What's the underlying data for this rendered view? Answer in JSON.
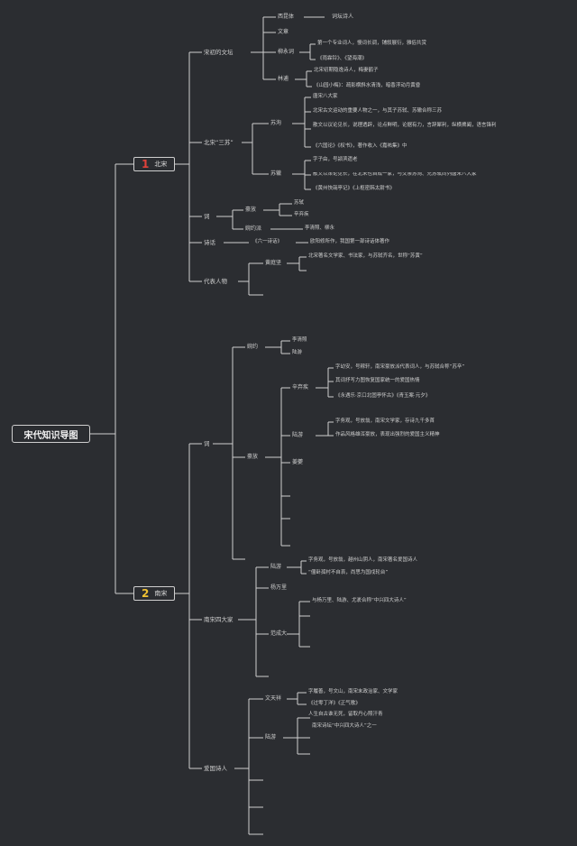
{
  "root": "宋代知识导图",
  "sections": [
    {
      "num": "1",
      "label": "北宋",
      "color": "#e0413a"
    },
    {
      "num": "2",
      "label": "南宋",
      "color": "#f1c232"
    }
  ],
  "n1": {
    "a": "宋初的文坛",
    "a1": "西昆体",
    "a1x": "词坛诗人",
    "a2": "文章",
    "a3": "柳永词",
    "a3x1": "第一个专业词人，慢词长调，铺叙展衍，雅俗共赏",
    "a3x2": "《雨霖铃》、《望海潮》",
    "a4": "林逋",
    "a4x1": "北宋初期隐逸诗人，梅妻鹤子",
    "a4x2": "《山园小梅》：疏影横斜水清浅，暗香浮动月黄昏",
    "b": "北宋“三苏”",
    "b1": "苏洵",
    "b1x1": "唐宋八大家",
    "b1x2": "北宋古文运动的重要人物之一，与其子苏轼、苏辙合称三苏",
    "b1x3": "散文以议论见长，说理透辟，论点鲜明，论据有力，言辞犀利，纵横捭阖，语言锋利",
    "b1x4": "《六国论》《权书》，著作收入《嘉祐集》中",
    "b2": "苏辙",
    "b2x1": "字子由，号颍滨遗老",
    "b2x2": "散文以策论见长，在北宋也自成一家，与父亲苏洵、兄苏轼同列唐宋八大家",
    "b2x3": "《黄州快哉亭记》《上枢密韩太尉书》",
    "c": "词",
    "c1": "豪放",
    "c1x1": "苏轼",
    "c1x2": "辛弃疾",
    "c2": "婉约派",
    "c2x": "李清照、柳永",
    "d": "诗话",
    "d1": "《六一诗话》",
    "d1x": "欧阳修所作，我国第一部诗话体著作",
    "e": "代表人物",
    "e1": "黄庭坚",
    "e1x": "北宋著名文学家、书法家，与苏轼齐名，世称“苏黄”"
  },
  "n2": {
    "a": "词",
    "a1": "婉约",
    "a1x1": "李清照",
    "a1x2": "陆游",
    "a2": "豪放",
    "a2a": "辛弃疾",
    "a2ax1": "字幼安，号稼轩，南宋豪放派代表词人，与苏轼合称“苏辛”",
    "a2ax2": "其词抒写力图恢复国家统一的爱国热情",
    "a2ax3": "《永遇乐·京口北固亭怀古》《青玉案·元夕》",
    "a2b": "陆游",
    "a2bx1": "字务观，号放翁，南宋文学家，存诗九千多首",
    "a2bx2": "作品风格雄浑豪放，表现出强烈的爱国主义精神",
    "a2c": "姜夔",
    "b": "南宋四大家",
    "b1": "陆游",
    "b1x1": "字务观，号放翁，越州山阴人，南宋著名爱国诗人",
    "b1x2": "“僵卧孤村不自哀，尚思为国戍轮台”",
    "b2": "杨万里",
    "b3": "范成大",
    "b3x": "与杨万里、陆游、尤袤合称“中兴四大诗人”",
    "c": "爱国诗人",
    "c1": "文天祥",
    "c1x1": "字履善，号文山，南宋末政治家、文学家",
    "c1x2": "《过零丁洋》《正气歌》",
    "c1x3": "人生自古谁无死，留取丹心照汗青",
    "c2": "陆游",
    "c2x": "南宋诗坛“中兴四大诗人”之一"
  }
}
